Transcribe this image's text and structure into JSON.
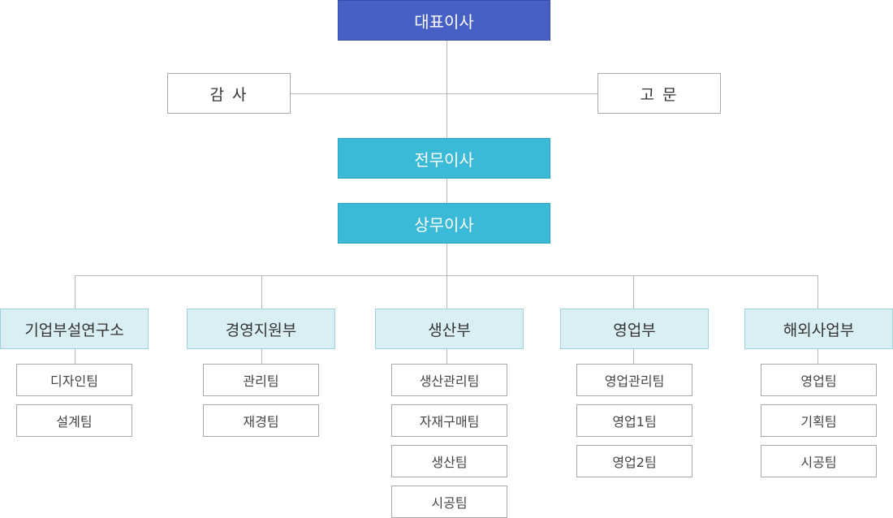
{
  "org_chart": {
    "ceo": "대표이사",
    "auditor": "감 사",
    "advisor": "고 문",
    "senior_managing_director": "전무이사",
    "managing_director": "상무이사",
    "departments": [
      {
        "name": "기업부설연구소",
        "teams": [
          "디자인팀",
          "설계팀"
        ]
      },
      {
        "name": "경영지원부",
        "teams": [
          "관리팀",
          "재경팀"
        ]
      },
      {
        "name": "생산부",
        "teams": [
          "생산관리팀",
          "자재구매팀",
          "생산팀",
          "시공팀"
        ]
      },
      {
        "name": "영업부",
        "teams": [
          "영업관리팀",
          "영업1팀",
          "영업2팀"
        ]
      },
      {
        "name": "해외사업부",
        "teams": [
          "영업팀",
          "기획팀",
          "시공팀"
        ]
      }
    ]
  },
  "colors": {
    "ceo_fill": "#4660c6",
    "exec_fill": "#3bbad7",
    "dept_fill": "#d9eff4",
    "line": "#b8b8b8"
  }
}
